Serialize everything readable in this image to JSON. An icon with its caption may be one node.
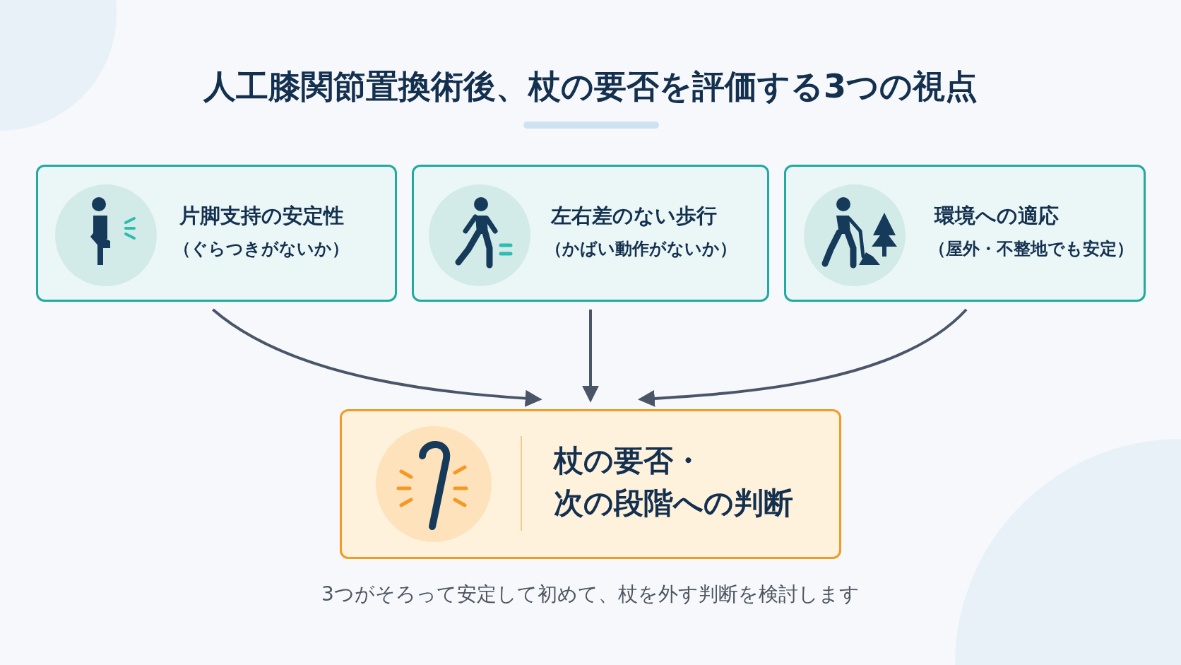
{
  "diagram": {
    "title": "人工膝関節置換術後、杖の要否を評価する3つの視点",
    "nodes": [
      {
        "text": [
          "片脚支持の安定性",
          "（ぐらつきがないか）"
        ]
      },
      {
        "text": [
          "左右差のない歩行",
          "（かばい動作がないか）"
        ]
      },
      {
        "text": [
          "環境への適応",
          "（屋外・不整地でも安定）"
        ]
      },
      {
        "text": [
          "杖の要否・次の段階への判断"
        ]
      }
    ],
    "edges": [
      {
        "from": 0,
        "to": 3,
        "arrow": "to"
      },
      {
        "from": 1,
        "to": 3,
        "arrow": "to"
      },
      {
        "from": 2,
        "to": 3,
        "arrow": "to"
      }
    ],
    "caption": "3つがそろって安定して初めて、杖を外す判断を検討します"
  }
}
